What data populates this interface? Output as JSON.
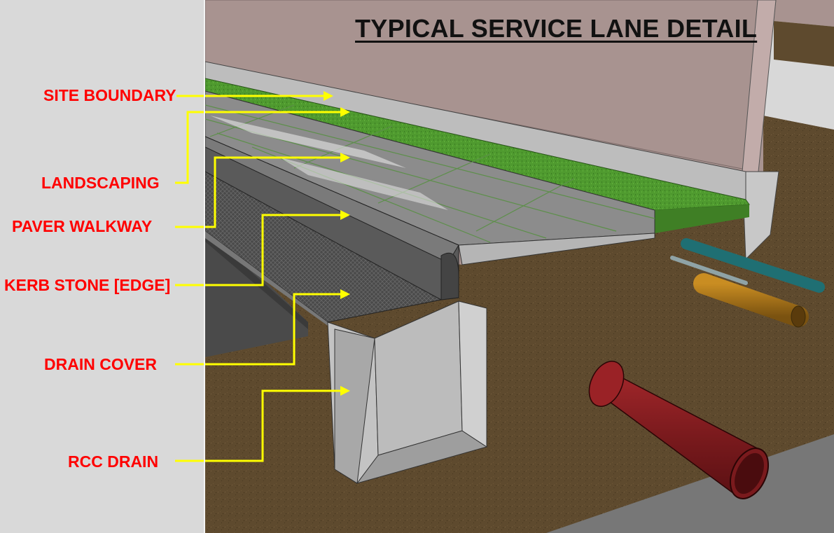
{
  "title": "TYPICAL SERVICE LANE DETAIL",
  "colors": {
    "label": "#ff0000",
    "leader": "#ffff00",
    "soil": "#5e4a2e",
    "grass": "#4f9a2f",
    "wall": "#a89390",
    "concrete": "#b8b8b8",
    "road": "#555555",
    "storm_pipe": "#7a1a1d",
    "utility_pipe_teal": "#1f6f73",
    "utility_pipe_ochre": "#a87418"
  },
  "callouts": [
    {
      "id": "site-boundary",
      "label": "SITE BOUNDARY"
    },
    {
      "id": "landscaping",
      "label": "LANDSCAPING"
    },
    {
      "id": "paver-walkway",
      "label": "PAVER WALKWAY"
    },
    {
      "id": "kerb-stone",
      "label": "KERB STONE [EDGE]"
    },
    {
      "id": "drain-cover",
      "label": "DRAIN COVER"
    },
    {
      "id": "rcc-drain",
      "label": "RCC DRAIN"
    }
  ]
}
